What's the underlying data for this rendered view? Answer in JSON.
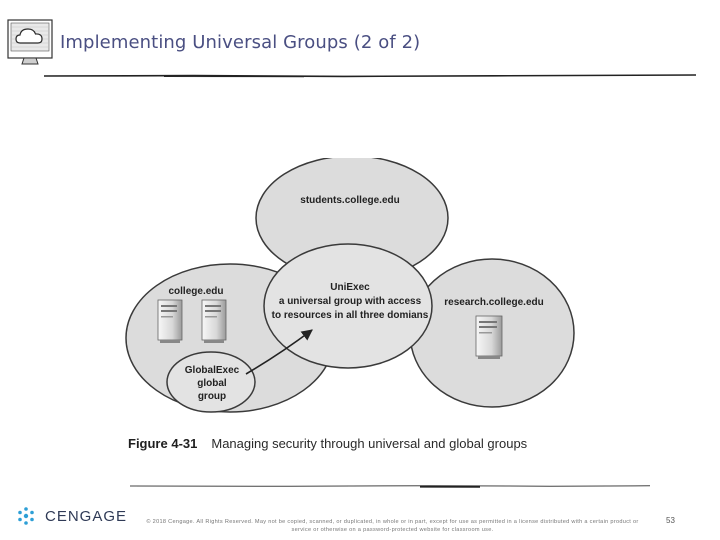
{
  "slide": {
    "title": "Implementing Universal Groups (2 of 2)",
    "page_number": "53",
    "copyright": "© 2018 Cengage. All Rights Reserved. May not be copied, scanned, or duplicated, in whole or in part, except for use as permitted in a license distributed with a certain product or service or otherwise on a password-protected website for classroom use."
  },
  "brand": {
    "name": "CENGAGE",
    "accent_color": "#4a4f82",
    "logo_color": "#2e9fd6"
  },
  "figure": {
    "domains": {
      "students": "students.college.edu",
      "college": "college.edu",
      "research": "research.college.edu"
    },
    "universal_group": {
      "name": "UniExec",
      "line1": "a universal group with access",
      "line2": "to resources in all three domians"
    },
    "global_group": {
      "line1": "GlobalExec",
      "line2": "global",
      "line3": "group"
    },
    "icons": [
      "server-icon",
      "server-icon",
      "server-icon",
      "cloud-monitor-icon",
      "cengage-logo-icon"
    ],
    "colors": {
      "ellipse_fill": "#dcdcdc",
      "ellipse_stroke": "#3a3a3a"
    }
  },
  "caption": {
    "number": "Figure 4-31",
    "text": "Managing security through universal and global groups"
  }
}
